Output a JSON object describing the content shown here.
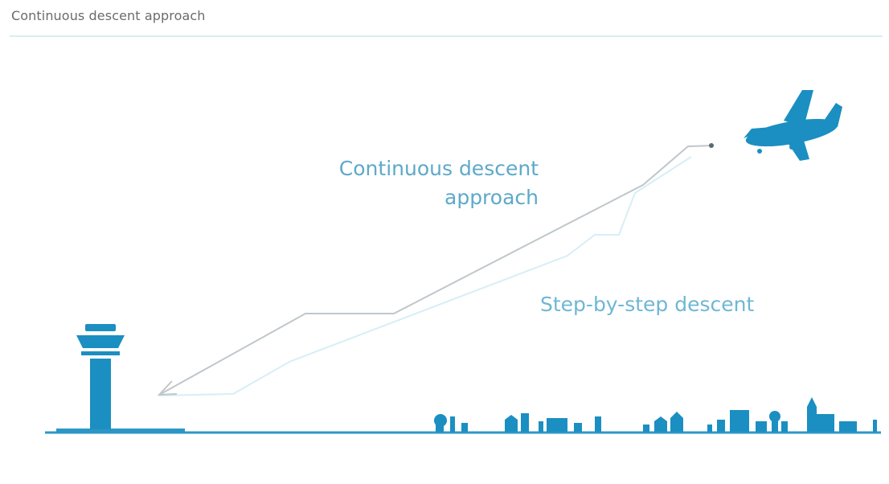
{
  "header": {
    "title": "Continuous descent approach"
  },
  "labels": {
    "cda_line1": "Continuous descent",
    "cda_line2": "approach",
    "step": "Step-by-step descent"
  },
  "colors": {
    "accent": "#1b8fc1",
    "path_line": "#bfc7cb",
    "step_line": "#d7eef6",
    "ground": "#2b97c6",
    "rule": "#d8ecf2"
  },
  "icons": {
    "tower": "control-tower-icon",
    "plane": "airplane-icon",
    "skyline": "city-skyline-icon"
  }
}
